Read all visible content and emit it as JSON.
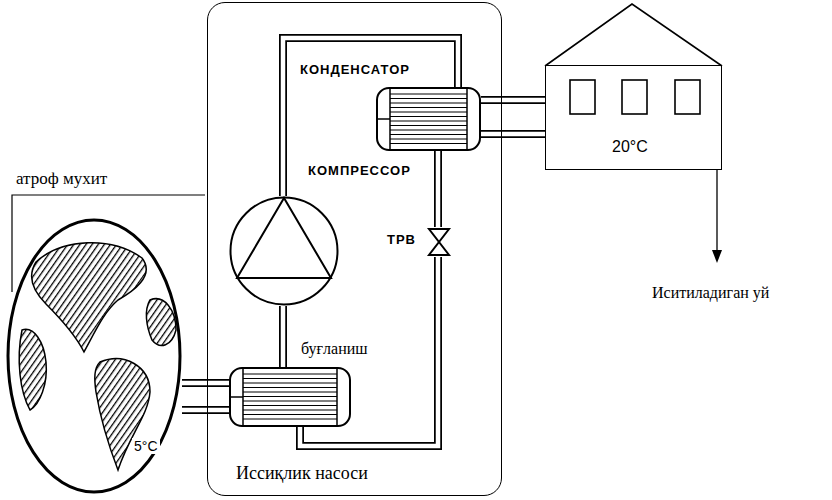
{
  "diagram": {
    "nodes": [
      {
        "text": [
          "Иссиқлик насоси"
        ]
      },
      {
        "text": [
          "КОНДЕНСАТОР"
        ],
        "in": 0
      },
      {
        "text": [
          "КОМПРЕССОР"
        ],
        "in": 0
      },
      {
        "text": [
          "ТРВ"
        ],
        "in": 0
      },
      {
        "text": [
          "буғланиш"
        ],
        "in": 0
      },
      {
        "text": [
          "20°C"
        ]
      },
      {
        "text": [
          "5°C"
        ]
      }
    ],
    "edges": [
      {
        "from": 2,
        "to": 1,
        "arrow": "none"
      },
      {
        "from": 1,
        "to": 3,
        "arrow": "none"
      },
      {
        "from": 3,
        "to": 4,
        "arrow": "none"
      },
      {
        "from": 4,
        "to": 2,
        "arrow": "none"
      },
      {
        "from": 1,
        "to": 5,
        "arrow": "none"
      },
      {
        "from": 1,
        "to": 5,
        "arrow": "none"
      },
      {
        "from": 6,
        "to": 4,
        "arrow": "none"
      },
      {
        "from": 6,
        "to": 4,
        "arrow": "none"
      }
    ],
    "labels": [
      "атроф мухит",
      "Иситиладиган уй"
    ]
  }
}
